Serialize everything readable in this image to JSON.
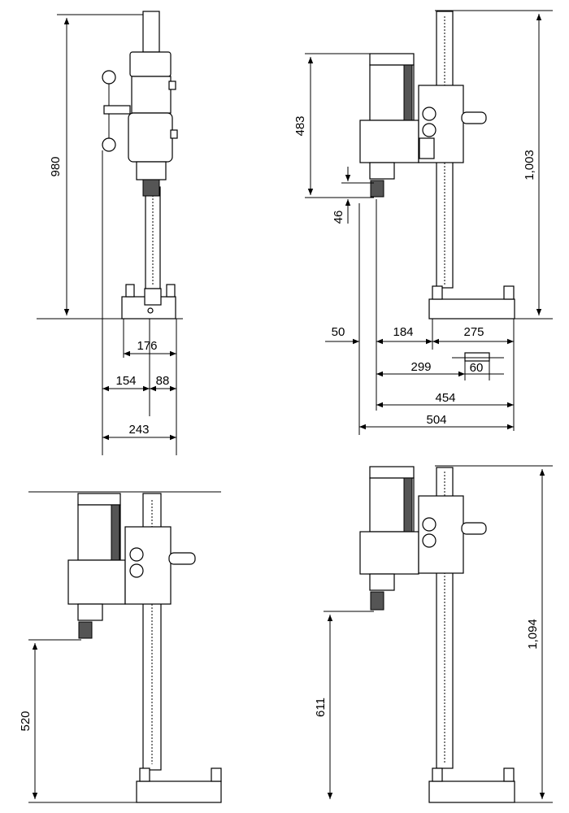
{
  "views": {
    "front": {
      "height": "980",
      "base_width": "176",
      "left_offset": "154",
      "right_offset": "88",
      "total_width": "243"
    },
    "side_top": {
      "overall_height": "1,003",
      "motor_height": "483",
      "bit_offset": "46",
      "dim_50": "50",
      "dim_184": "184",
      "dim_275": "275",
      "dim_299": "299",
      "dim_60": "60",
      "dim_454": "454",
      "dim_504": "504"
    },
    "side_low": {
      "height": "520"
    },
    "side_raised": {
      "overall_height": "1,094",
      "bit_height": "611"
    }
  },
  "colors": {
    "line": "#000000",
    "shade": "#555555"
  }
}
